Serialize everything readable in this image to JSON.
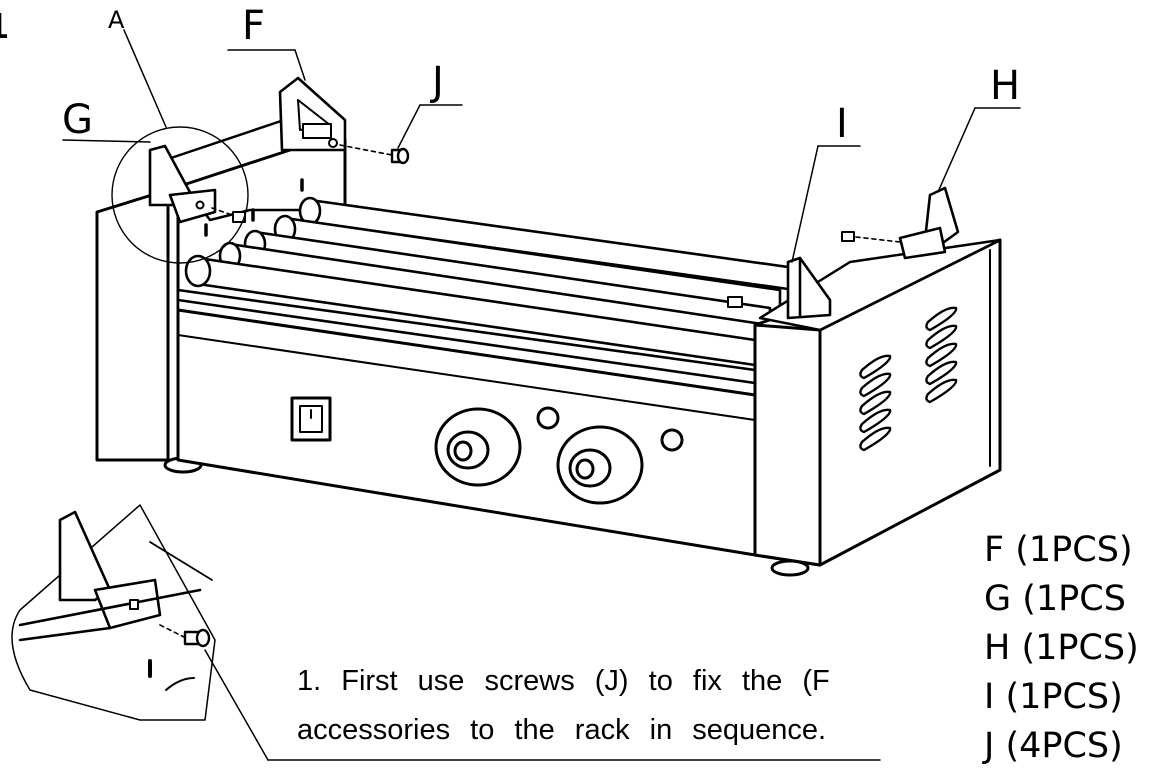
{
  "step_number": "1",
  "labels": {
    "a": "A",
    "f": "F",
    "j": "J",
    "g": "G",
    "i": "I",
    "h": "H"
  },
  "instruction": {
    "line1": "1. First use screws (J) to fix the (F",
    "line2": "accessories to the rack in sequence."
  },
  "parts_list": [
    "F (1PCS)",
    "G (1PCS",
    "H (1PCS)",
    "I (1PCS)",
    "J (4PCS)"
  ]
}
